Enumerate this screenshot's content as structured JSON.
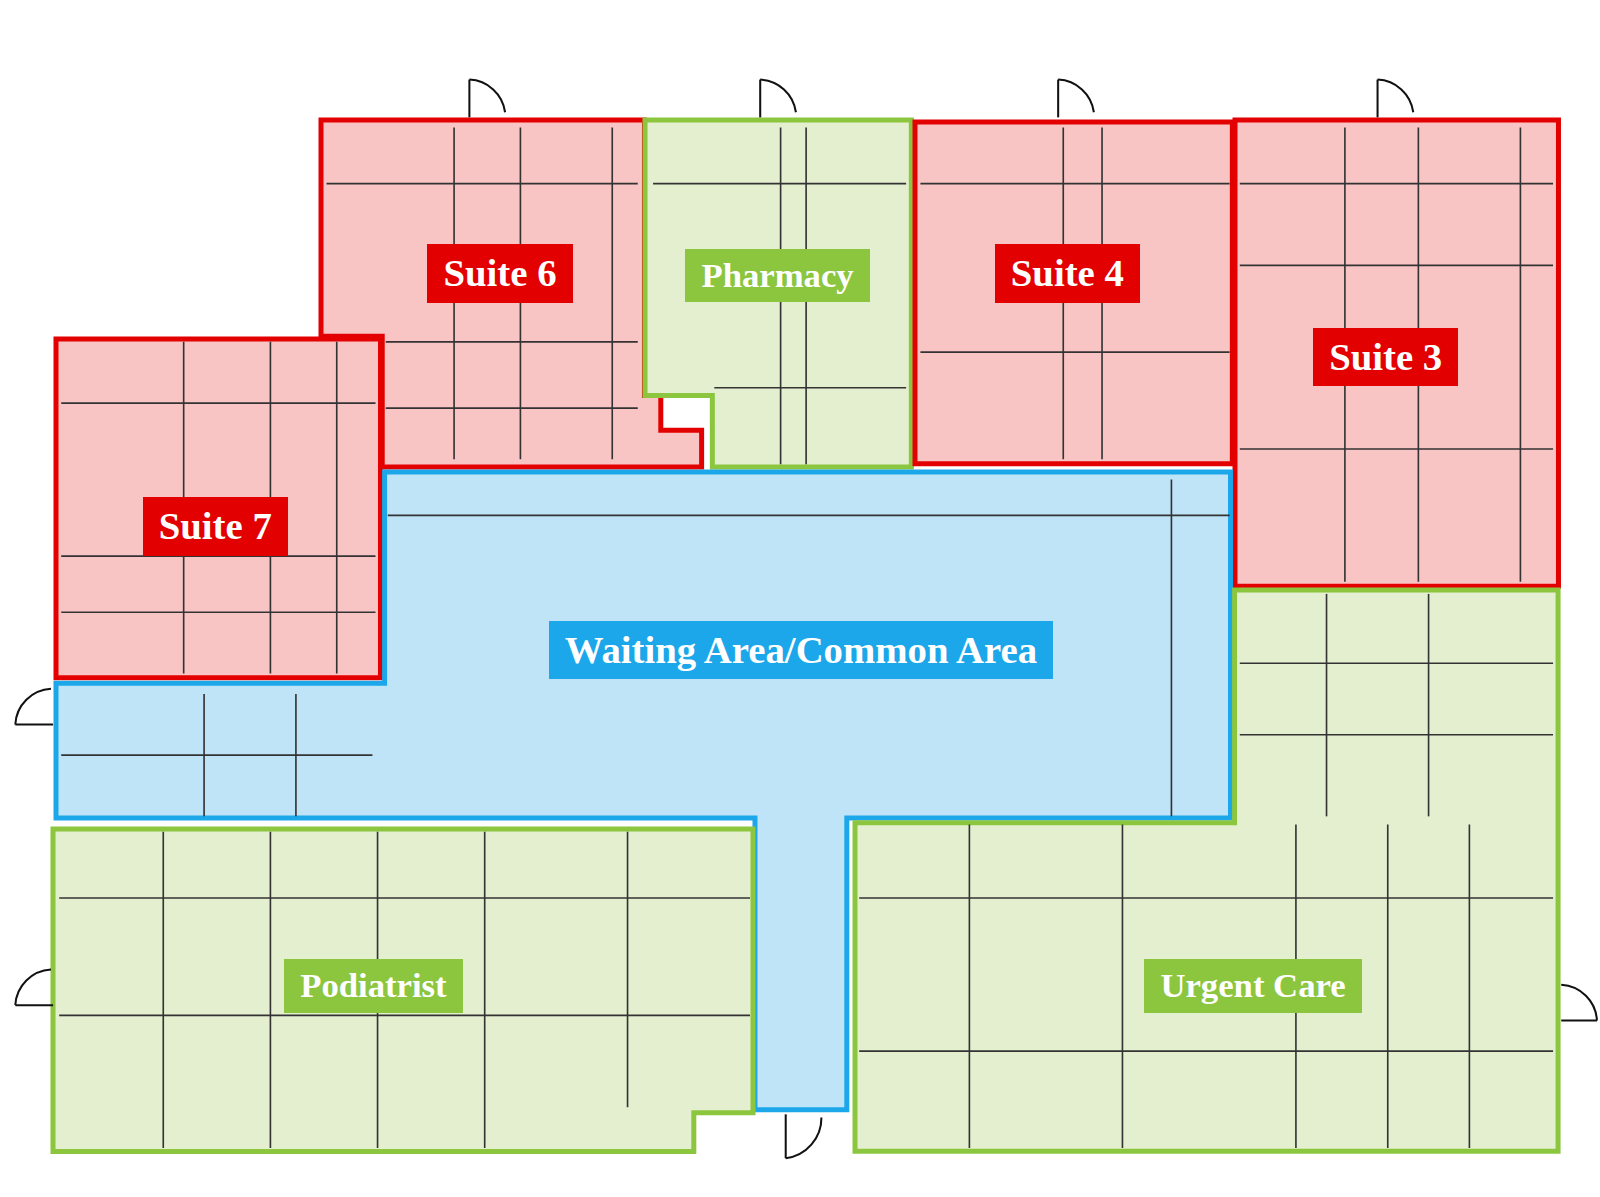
{
  "diagram": {
    "nodes": [
      {
        "text": [
          "Suite 6"
        ]
      },
      {
        "text": [
          "Pharmacy"
        ]
      },
      {
        "text": [
          "Suite 4"
        ]
      },
      {
        "text": [
          "Suite 3"
        ]
      },
      {
        "text": [
          "Suite 7"
        ]
      },
      {
        "text": [
          "Waiting Area/Common Area"
        ]
      },
      {
        "text": [
          "Podiatrist"
        ]
      },
      {
        "text": [
          "Urgent Care"
        ]
      }
    ]
  }
}
